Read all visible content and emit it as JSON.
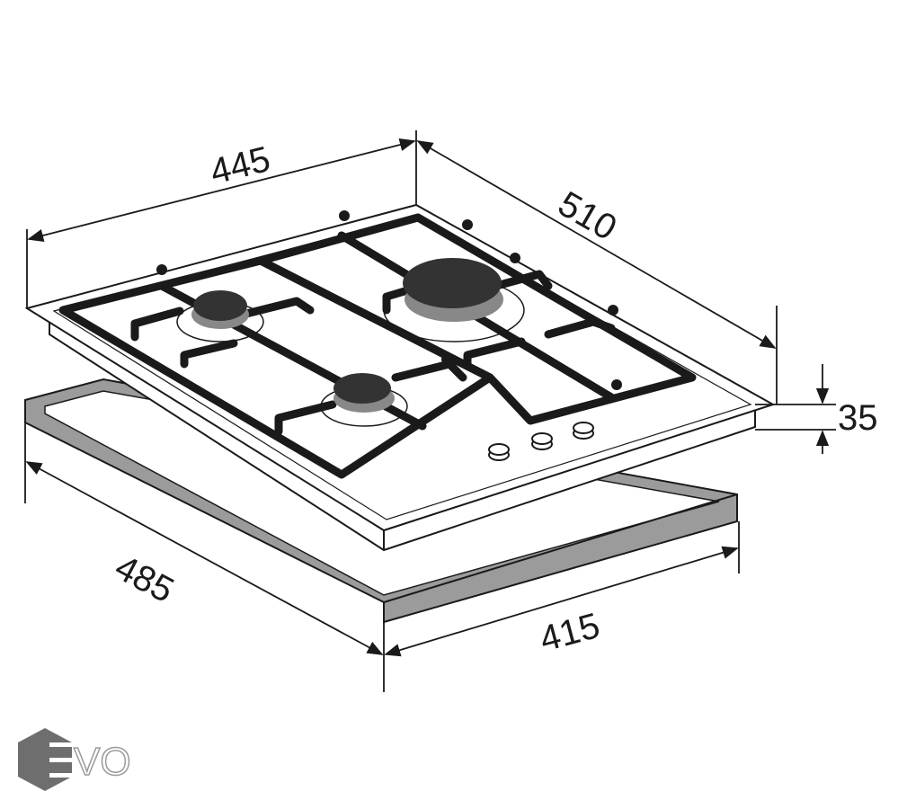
{
  "dimensions": {
    "width": "445",
    "depth": "510",
    "height": "35",
    "cutout_depth": "485",
    "cutout_width": "415"
  },
  "logo": {
    "text": "VO",
    "brand": "EVO"
  },
  "colors": {
    "line": "#1a1a1a",
    "grate": "#1a1a1a",
    "frame": "#9b9b9b",
    "burner": "#333333",
    "logo": "#6e6e6e"
  }
}
